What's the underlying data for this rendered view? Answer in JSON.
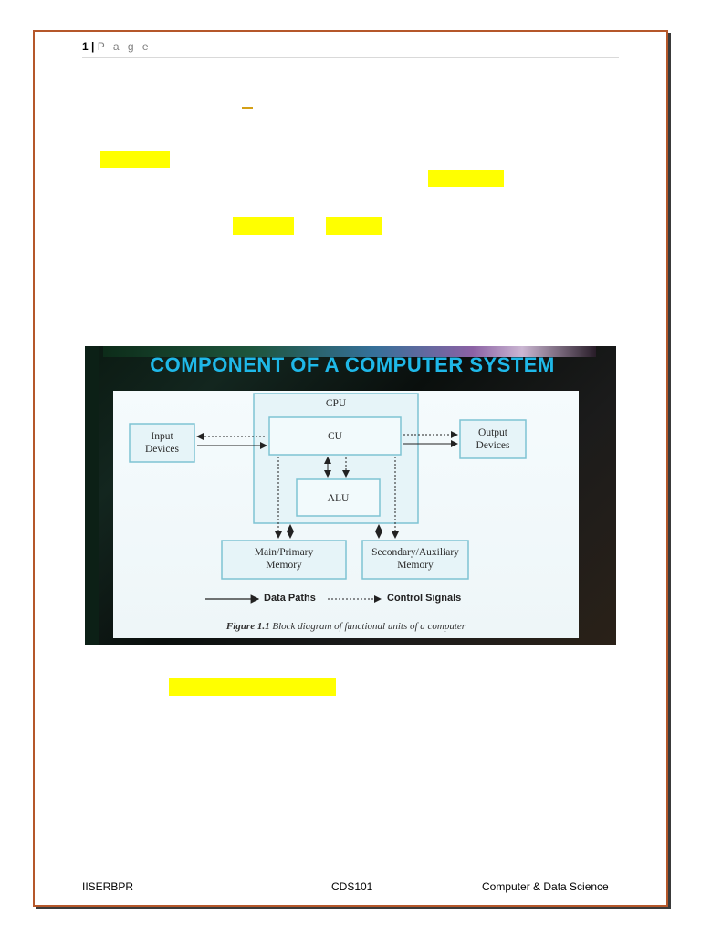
{
  "header": {
    "page_number": "1",
    "separator": "|",
    "page_word": "P a g e"
  },
  "figure": {
    "title": "COMPONENT OF A COMPUTER SYSTEM",
    "boxes": {
      "cpu": "CPU",
      "cu": "CU",
      "alu": "ALU",
      "input": "Input\nDevices",
      "output": "Output\nDevices",
      "main_memory": "Main/Primary\nMemory",
      "secondary_memory": "Secondary/Auxiliary\nMemory"
    },
    "legend": {
      "data_paths": "Data Paths",
      "control_signals": "Control Signals"
    },
    "caption_label": "Figure 1.1",
    "caption_text": " Block diagram of functional units of a computer"
  },
  "footer": {
    "left": "IISERBPR",
    "center": "CDS101",
    "right": "Computer & Data Science"
  },
  "colors": {
    "frame_border": "#b5572a",
    "highlight": "#ffff00",
    "title_blue": "#1fb8e8",
    "box_stroke": "#7ec3d3",
    "box_fill": "#e6f4f8"
  }
}
